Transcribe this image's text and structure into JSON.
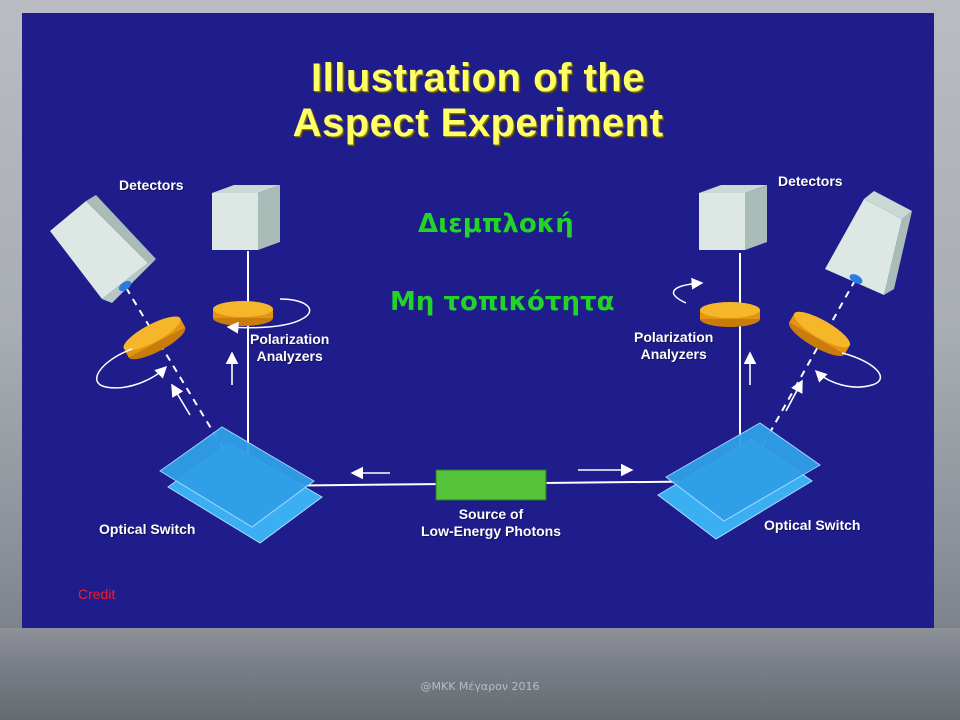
{
  "slide": {
    "title_line1": "Illustration  of  the",
    "title_line2": "Aspect  Experiment",
    "greek_entanglement": "Διεμπλοκή",
    "greek_nonlocality": "Μη τοπικότητα",
    "credit": "Credit"
  },
  "labels": {
    "detectors_left": "Detectors",
    "detectors_right": "Detectors",
    "polarization_left_1": "Polarization",
    "polarization_left_2": "Analyzers",
    "polarization_right_1": "Polarization",
    "polarization_right_2": "Analyzers",
    "optical_switch_left": "Optical  Switch",
    "optical_switch_right": "Optical  Switch",
    "source_line1": "Source  of",
    "source_line2": "Low-Energy  Photons"
  },
  "footer": "@MKK Μέγαρον 2016",
  "colors": {
    "slide_bg": "#1f1c8c",
    "title": "#ffff66",
    "greek_text": "#22d428",
    "detector_face": "#dde8e4",
    "analyzer": "#f2a81a",
    "switch": "#33aaf0",
    "source": "#55c43a",
    "credit": "#ff1a1a"
  },
  "icons": [
    "detector-box-icon",
    "polarizer-disc-icon",
    "optical-switch-icon",
    "rotation-arrow-icon",
    "photon-source-icon"
  ]
}
